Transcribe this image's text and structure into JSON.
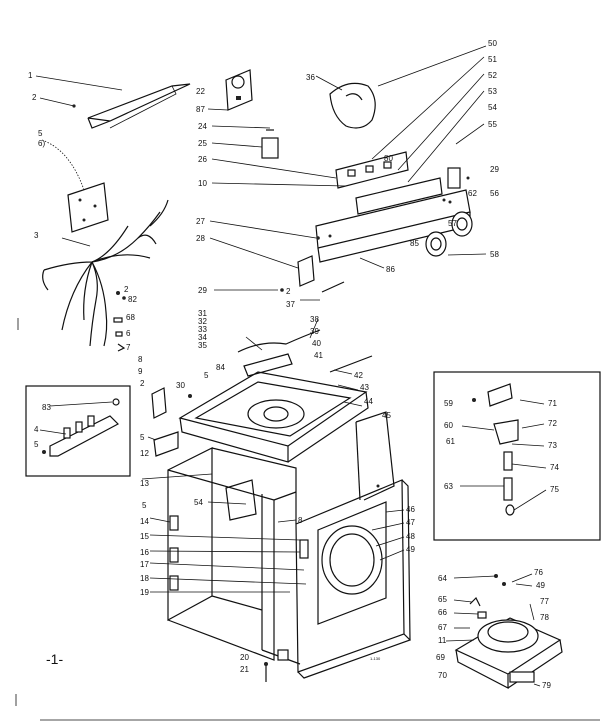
{
  "page_label": "-1-",
  "small_mark": "1-130",
  "callouts": [
    "1",
    "2",
    "3",
    "4",
    "5",
    "6",
    "7",
    "8",
    "9",
    "10",
    "11",
    "12",
    "13",
    "14",
    "15",
    "16",
    "17",
    "18",
    "19",
    "20",
    "21",
    "22",
    "24",
    "25",
    "26",
    "27",
    "28",
    "29",
    "30",
    "31",
    "32",
    "33",
    "34",
    "35",
    "36",
    "37",
    "38",
    "39",
    "40",
    "41",
    "42",
    "43",
    "44",
    "45",
    "46",
    "47",
    "48",
    "49",
    "50",
    "51",
    "52",
    "53",
    "54",
    "55",
    "56",
    "57",
    "58",
    "59",
    "60",
    "61",
    "62",
    "63",
    "64",
    "65",
    "66",
    "67",
    "68",
    "69",
    "70",
    "71",
    "72",
    "73",
    "74",
    "75",
    "76",
    "77",
    "78",
    "79",
    "80",
    "82",
    "84",
    "85",
    "86",
    "87"
  ],
  "labels": {
    "l1": "1",
    "l2": "2",
    "l5": "5",
    "l6": "6)",
    "l3": "3",
    "l2b": "2",
    "l82": "82",
    "l68": "68",
    "l6b": "6",
    "l7": "7",
    "l22": "22",
    "l87": "87",
    "l24": "24",
    "l25": "25",
    "l26": "26",
    "l10": "10",
    "l36": "36",
    "l50": "50",
    "l51": "51",
    "l52": "52",
    "l53": "53",
    "l54": "54",
    "l55": "55",
    "l29": "29",
    "l80": "80",
    "l62": "62",
    "l56": "56",
    "l57": "57",
    "l85": "85",
    "l58": "58",
    "l86": "86",
    "l27": "27",
    "l28": "28",
    "l29b": "29",
    "l2c": "2",
    "l37": "37",
    "l31": "31",
    "l32": "32",
    "l33": "33",
    "l34": "34",
    "l35": "35",
    "l38": "38",
    "l39": "39",
    "l40": "40",
    "l41": "41",
    "l42": "42",
    "l43": "43",
    "l44": "44",
    "l45": "45",
    "l5b": "5",
    "l84": "84",
    "l30": "30",
    "l8": "8",
    "l9": "9",
    "l2d": "2",
    "l83": "83",
    "l4": "4",
    "l5c": "5",
    "l5d": "5",
    "l12": "12",
    "l13": "13",
    "l5e": "5",
    "l14": "14",
    "l15": "15",
    "l16": "16",
    "l17": "17",
    "l18": "18",
    "l19": "19",
    "l54b": "54",
    "l8b": "8",
    "l46": "46",
    "l47": "47",
    "l48": "48",
    "l49": "49",
    "l20": "20",
    "l21": "21",
    "l59": "59",
    "l60": "60",
    "l61": "61",
    "l63": "63",
    "l71": "71",
    "l72": "72",
    "l73": "73",
    "l74": "74",
    "l75": "75",
    "l64": "64",
    "l65": "65",
    "l66": "66",
    "l67": "67",
    "l11": "11",
    "l69": "69",
    "l70": "70",
    "l76": "76",
    "l49b": "49",
    "l77": "77",
    "l78": "78",
    "l79": "79"
  }
}
